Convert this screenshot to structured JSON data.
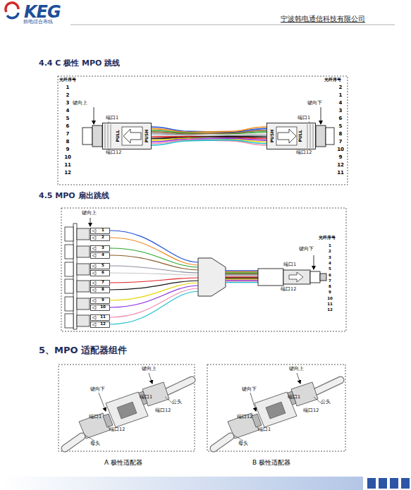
{
  "diagram": {
    "nodes": [
      {
        "text": [
          "PULL",
          "PUSH"
        ]
      },
      {
        "text": [
          "PUSH",
          "PULL"
        ]
      },
      {
        "text": [
          "1"
        ]
      },
      {
        "text": [
          "2"
        ]
      },
      {
        "text": [
          "3"
        ]
      },
      {
        "text": [
          "4"
        ]
      },
      {
        "text": [
          "5"
        ]
      },
      {
        "text": [
          "6"
        ]
      },
      {
        "text": [
          "7"
        ]
      },
      {
        "text": [
          "8"
        ]
      },
      {
        "text": [
          "9"
        ]
      },
      {
        "text": [
          "10"
        ]
      },
      {
        "text": [
          "11"
        ]
      },
      {
        "text": [
          "12"
        ]
      }
    ],
    "edges": [
      {
        "from": 0,
        "to": 1,
        "arrow": "none"
      }
    ],
    "labels": [
      "KEG",
      "韩电综合布线",
      "宁波韩电通信科技有限公司",
      "4.4  C 极性 MPO 跳线",
      "光纤序号",
      "1",
      "2",
      "3",
      "4",
      "5",
      "6",
      "7",
      "8",
      "9",
      "10",
      "11",
      "12",
      "光纤序号",
      "2",
      "1",
      "4",
      "3",
      "6",
      "5",
      "8",
      "7",
      "10",
      "9",
      "12",
      "11",
      "键向上",
      "端口1",
      "端口12",
      "键向下",
      "端口1",
      "端口12",
      "4.5 MPO 扇出跳线",
      "键向上",
      "光纤序号",
      "1",
      "2",
      "3",
      "4",
      "5",
      "6",
      "7",
      "8",
      "9",
      "10",
      "11",
      "12",
      "键向下",
      "端口1",
      "端口12",
      "5、MPO 适配器组件",
      "键向上",
      "键向下",
      "端口1",
      "端口12",
      "公头",
      "端口1",
      "端口12",
      "母头",
      "键向上",
      "键向下",
      "端口1",
      "端口12",
      "公头",
      "端口12",
      "端口1",
      "母头",
      "A 极性适配器",
      "B 极性适配器"
    ]
  }
}
